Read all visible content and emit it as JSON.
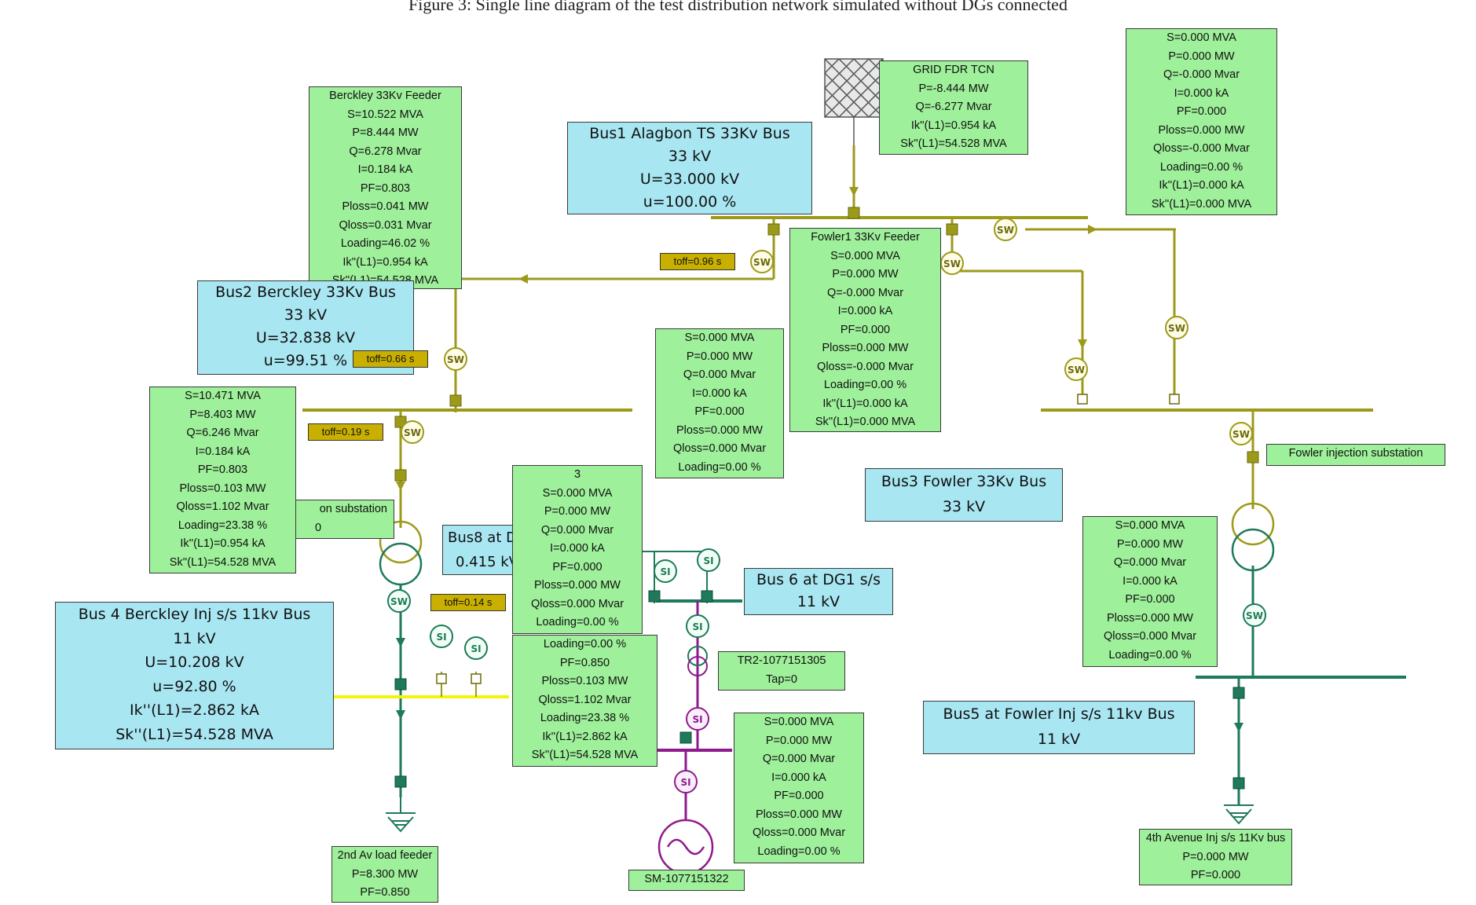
{
  "caption": "Figure 3: Single line diagram of the test distribution network simulated without DGs connected",
  "colors": {
    "box_green": "#9ef09a",
    "bus_blue": "#a8e6f2",
    "toff_gold": "#c9b000",
    "line_olive": "#9c9a1a",
    "line_teal": "#1e7a5a",
    "line_yellow": "#f4f40a",
    "line_purple": "#8e1a8e"
  },
  "switch_label_sw": "SW",
  "switch_label_si": "SI",
  "boxes": {
    "top_right_result": [
      "S=0.000 MVA",
      "P=0.000 MW",
      "Q=-0.000 Mvar",
      "I=0.000 kA",
      "PF=0.000",
      "Ploss=0.000 MW",
      "Qloss=-0.000 Mvar",
      "Loading=0.00 %",
      "Ik''(L1)=0.000 kA",
      "Sk''(L1)=0.000 MVA"
    ],
    "grid_fdr": [
      "GRID FDR TCN",
      "P=-8.444 MW",
      "Q=-6.277 Mvar",
      "Ik''(L1)=0.954 kA",
      "Sk''(L1)=54.528 MVA"
    ],
    "berckley_feeder": [
      "Berckley 33Kv Feeder",
      "S=10.522 MVA",
      "P=8.444 MW",
      "Q=6.278 Mvar",
      "I=0.184 kA",
      "PF=0.803",
      "Ploss=0.041 MW",
      "Qloss=0.031 Mvar",
      "Loading=46.02 %",
      "Ik''(L1)=0.954 kA",
      "Sk''(L1)=54.528 MVA"
    ],
    "fowler_feeder": [
      "Fowler1 33Kv Feeder",
      "S=0.000 MVA",
      "P=0.000 MW",
      "Q=-0.000 Mvar",
      "I=0.000 kA",
      "PF=0.000",
      "Ploss=0.000 MW",
      "Qloss=-0.000 Mvar",
      "Loading=0.00 %",
      "Ik''(L1)=0.000 kA",
      "Sk''(L1)=0.000 MVA"
    ],
    "mid_result": [
      "S=0.000 MVA",
      "P=0.000 MW",
      "Q=0.000 Mvar",
      "I=0.000 kA",
      "PF=0.000",
      "Ploss=0.000 MW",
      "Qloss=0.000 Mvar",
      "Loading=0.00 %"
    ],
    "berckley_tr": [
      "S=10.471 MVA",
      "P=8.403 MW",
      "Q=6.246 Mvar",
      "I=0.184 kA",
      "PF=0.803",
      "Ploss=0.103 MW",
      "Qloss=1.102 Mvar",
      "Loading=23.38 %",
      "Ik''(L1)=0.954 kA",
      "Sk''(L1)=54.528 MVA"
    ],
    "box3": [
      "3",
      "S=0.000 MVA",
      "P=0.000 MW",
      "Q=0.000 Mvar",
      "I=0.000 kA",
      "PF=0.000",
      "Ploss=0.000 MW",
      "Qloss=0.000 Mvar",
      "Loading=0.00 %"
    ],
    "lower_tr_result": [
      "Loading=0.00 %",
      "PF=0.850",
      "Ploss=0.103 MW",
      "Qloss=1.102 Mvar",
      "Loading=23.38 %",
      "Ik''(L1)=2.862 kA",
      "Sk''(L1)=54.528 MVA"
    ],
    "fowler_tr_result": [
      "S=0.000 MVA",
      "P=0.000 MW",
      "Q=0.000 Mvar",
      "I=0.000 kA",
      "PF=0.000",
      "Ploss=0.000 MW",
      "Qloss=0.000 Mvar",
      "Loading=0.00 %"
    ],
    "sm_result": [
      "S=0.000 MVA",
      "P=0.000 MW",
      "Q=0.000 Mvar",
      "I=0.000 kA",
      "PF=0.000",
      "Ploss=0.000 MW",
      "Qloss=0.000 Mvar",
      "Loading=0.00 %"
    ],
    "load_2nd_av": [
      "2nd Av load feeder",
      "P=8.300 MW",
      "PF=0.850"
    ],
    "load_4th_av": [
      "4th Avenue Inj s/s 11Kv bus",
      "P=0.000 MW",
      "PF=0.000"
    ],
    "tr2": [
      "TR2-1077151305",
      "Tap=0"
    ],
    "sm_label": [
      "SM-1077151322"
    ],
    "fowler_inj": [
      "Fowler injection substation"
    ],
    "berckley_sub_partial": [
      "on substation",
      "0"
    ]
  },
  "buses": {
    "bus1": [
      "Bus1 Alagbon TS 33Kv Bus",
      "33 kV",
      "U=33.000 kV",
      "u=100.00 %"
    ],
    "bus2": [
      "Bus2 Berckley 33Kv Bus",
      "33 kV",
      "U=32.838 kV",
      "u=99.51 %"
    ],
    "bus3": [
      "Bus3 Fowler 33Kv Bus",
      "33 kV"
    ],
    "bus4": [
      "Bus 4 Berckley Inj s/s 11kv Bus",
      "11 kV",
      "U=10.208 kV",
      "u=92.80 %",
      "Ik''(L1)=2.862 kA",
      "Sk''(L1)=54.528 MVA"
    ],
    "bus5": [
      "Bus5 at Fowler Inj s/s 11kv Bus",
      "11 kV"
    ],
    "bus6": [
      "Bus 6 at DG1 s/s",
      "11 kV"
    ],
    "bus8": [
      "Bus8 at DG",
      "0.415 kV"
    ]
  },
  "tags": {
    "toff1": "toff=0.96 s",
    "toff2": "toff=0.66 s",
    "toff3": "toff=0.19 s",
    "toff4": "toff=0.14 s"
  }
}
